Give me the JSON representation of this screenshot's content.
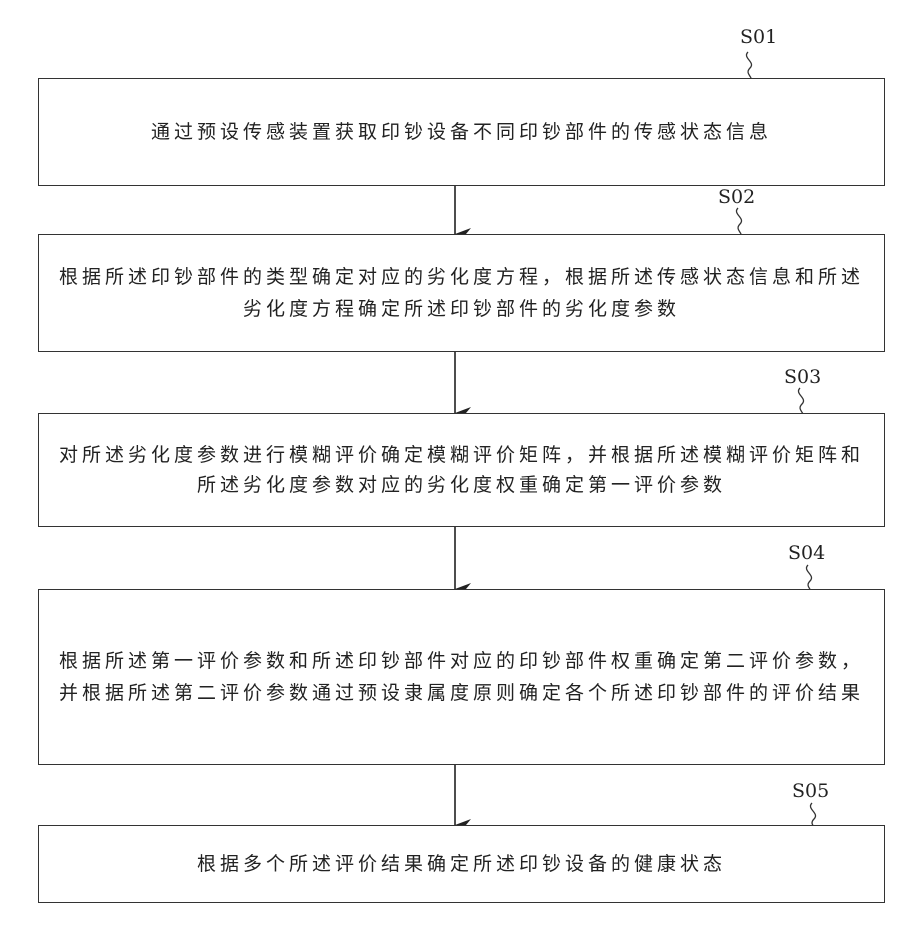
{
  "steps": [
    {
      "id": "S01",
      "text": "通过预设传感装置获取印钞设备不同印钞部件的传感状态信息"
    },
    {
      "id": "S02",
      "text": "根据所述印钞部件的类型确定对应的劣化度方程，根据所述传感状态信息和所述劣化度方程确定所述印钞部件的劣化度参数"
    },
    {
      "id": "S03",
      "text": "对所述劣化度参数进行模糊评价确定模糊评价矩阵，并根据所述模糊评价矩阵和所述劣化度参数对应的劣化度权重确定第一评价参数"
    },
    {
      "id": "S04",
      "text": "根据所述第一评价参数和所述印钞部件对应的印钞部件权重确定第二评价参数，并根据所述第二评价参数通过预设隶属度原则确定各个所述印钞部件的评价结果"
    },
    {
      "id": "S05",
      "text": "根据多个所述评价结果确定所述印钞设备的健康状态"
    }
  ]
}
